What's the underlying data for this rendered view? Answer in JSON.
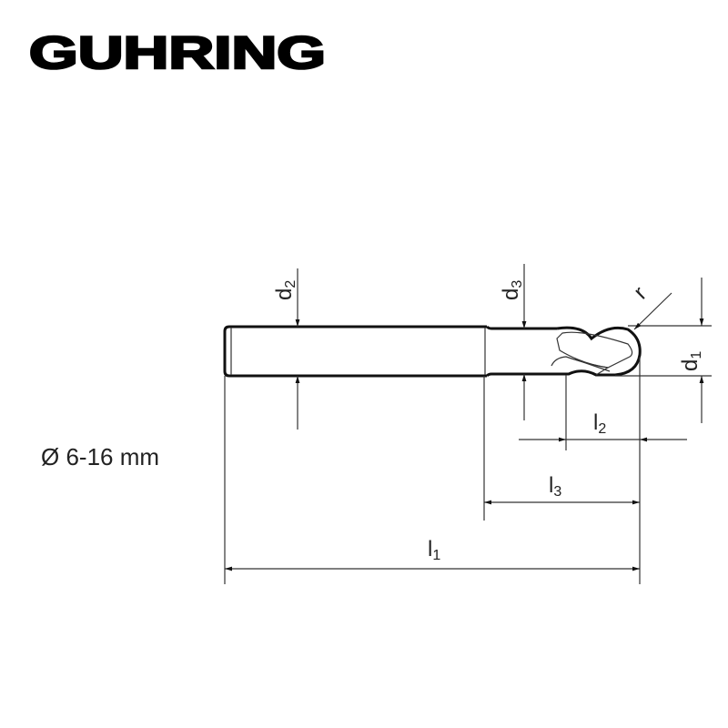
{
  "logo": {
    "text": "GUHRING"
  },
  "diameter_range": "Ø 6-16 mm",
  "dimensions": {
    "d1": {
      "base": "d",
      "sub": "1"
    },
    "d2": {
      "base": "d",
      "sub": "2"
    },
    "d3": {
      "base": "d",
      "sub": "3"
    },
    "l1": {
      "base": "l",
      "sub": "1"
    },
    "l2": {
      "base": "l",
      "sub": "2"
    },
    "l3": {
      "base": "l",
      "sub": "3"
    },
    "r": "r"
  },
  "colors": {
    "line": "#111111",
    "background": "#ffffff"
  }
}
